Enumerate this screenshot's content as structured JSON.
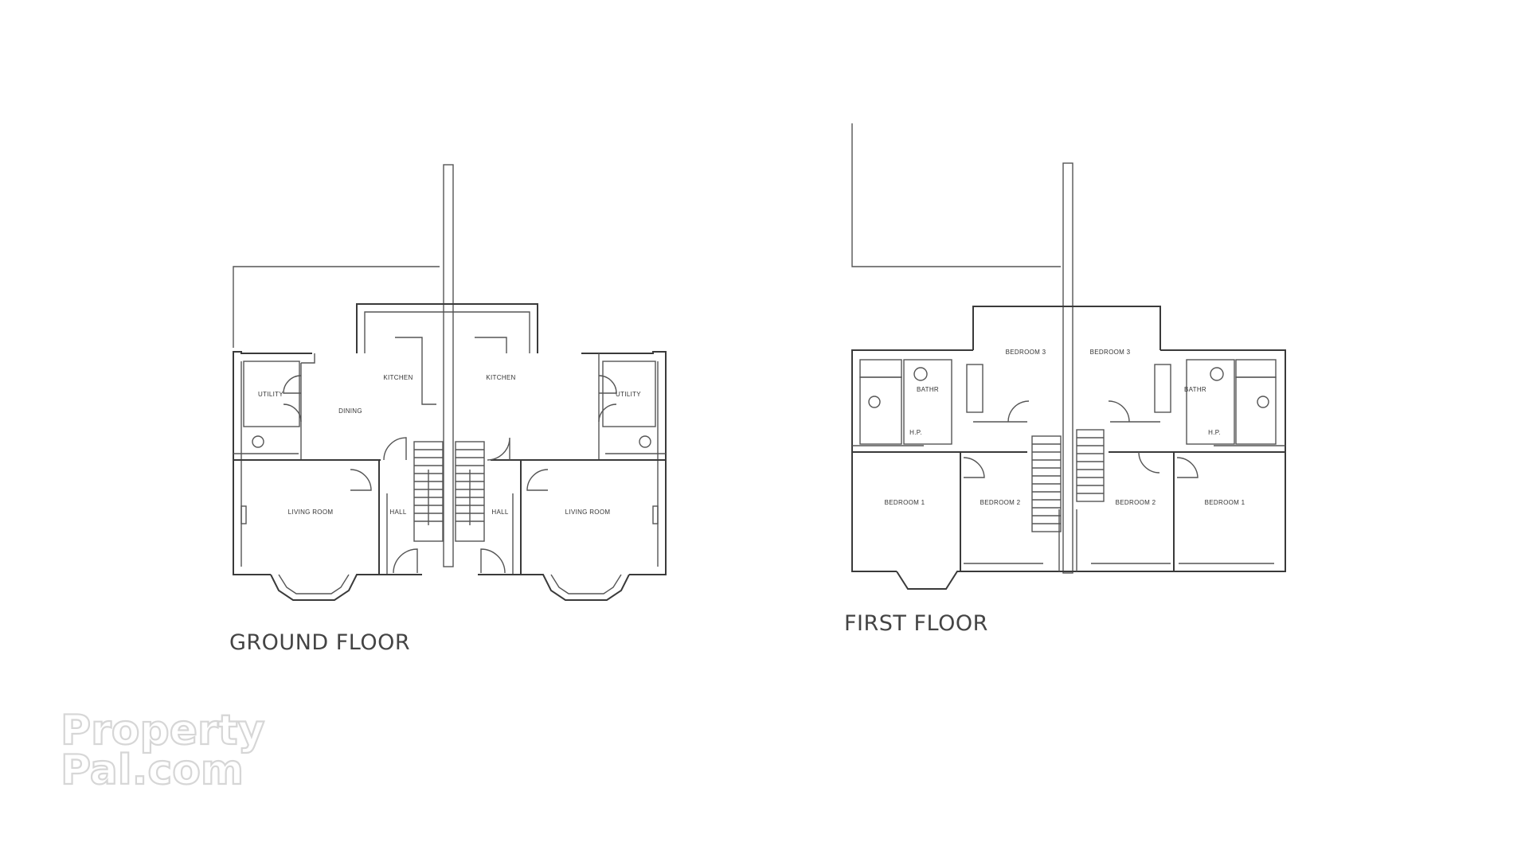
{
  "ground_floor": {
    "title": "GROUND FLOOR",
    "rooms": {
      "utility_left": "UTILITY",
      "dining": "DINING",
      "kitchen_left": "KITCHEN",
      "kitchen_right": "KITCHEN",
      "utility_right": "UTILITY",
      "living_left": "LIVING ROOM",
      "hall_left": "HALL",
      "hall_right": "HALL",
      "living_right": "LIVING ROOM"
    }
  },
  "first_floor": {
    "title": "FIRST FLOOR",
    "rooms": {
      "bedroom3_left": "BEDROOM 3",
      "bedroom3_right": "BEDROOM 3",
      "bathrm_left": "BATHR",
      "bathrm_right": "BATHR",
      "hp_left": "H.P.",
      "hp_right": "H.P.",
      "bedroom1_left": "BEDROOM 1",
      "bedroom2_left": "BEDROOM 2",
      "bedroom2_right": "BEDROOM 2",
      "bedroom1_right": "BEDROOM 1"
    }
  },
  "watermark": {
    "line1": "Property",
    "line2": "Pal.com"
  }
}
